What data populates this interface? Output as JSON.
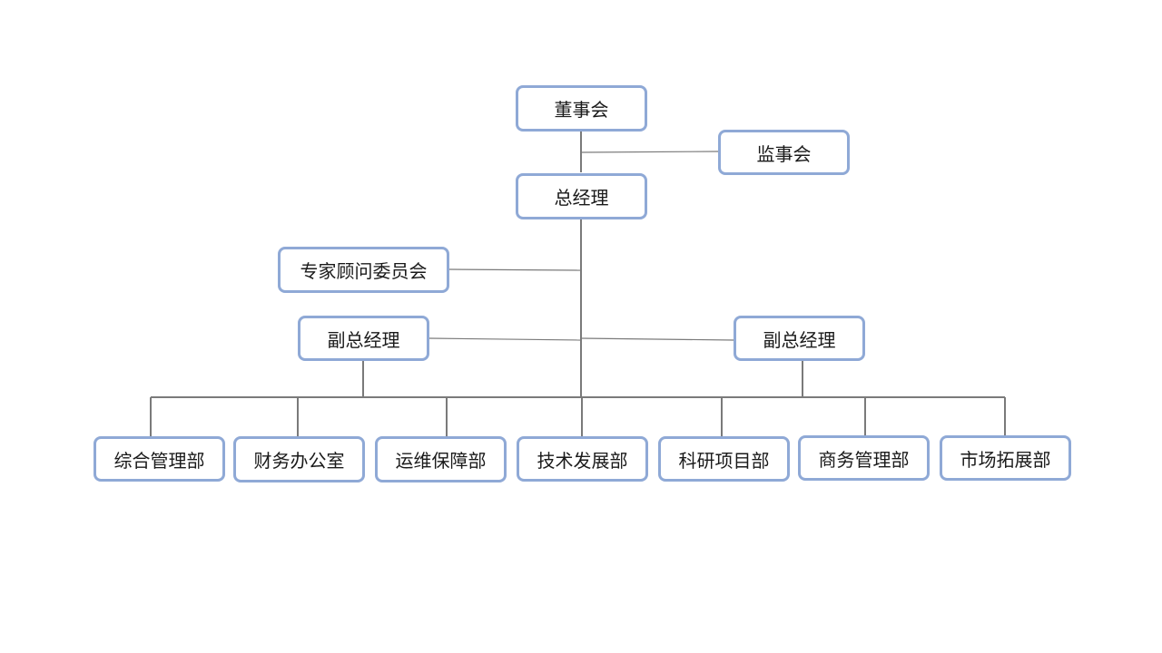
{
  "diagram": {
    "type": "org-chart",
    "colors": {
      "box_border": "#8fa9d6",
      "connector": "#7a7a7a",
      "text": "#1a1a1a"
    },
    "nodes": {
      "board": "董事会",
      "supervisors": "监事会",
      "general_manager": "总经理",
      "expert_committee": "专家顾问委员会",
      "deputy_left": "副总经理",
      "deputy_right": "副总经理",
      "departments": [
        "综合管理部",
        "财务办公室",
        "运维保障部",
        "技术发展部",
        "科研项目部",
        "商务管理部",
        "市场拓展部"
      ]
    }
  }
}
